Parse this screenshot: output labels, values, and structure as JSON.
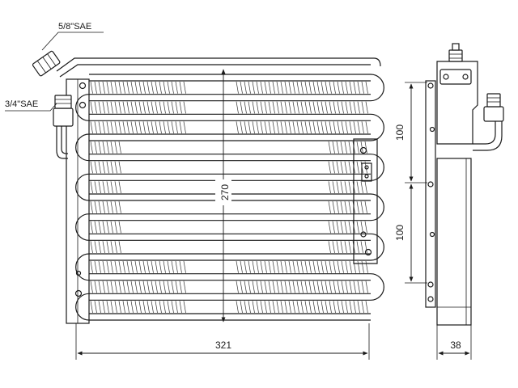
{
  "labels": {
    "port_top": "5/8\"SAE",
    "port_side": "3/4\"SAE"
  },
  "dimensions": {
    "height": "270",
    "width": "321",
    "depth": "38",
    "pitch_upper": "100",
    "pitch_lower": "100"
  }
}
